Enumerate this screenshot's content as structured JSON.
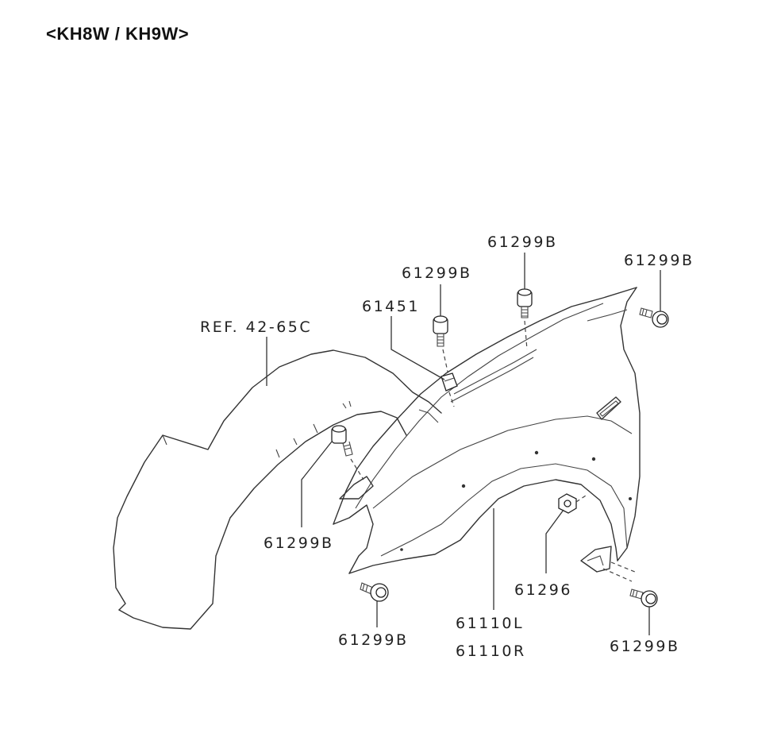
{
  "title": "<KH8W / KH9W>",
  "callouts": {
    "bolt_top_center": "61299B",
    "bolt_top_right": "61299B",
    "bolt_upper_mid": "61299B",
    "clip": "61451",
    "reference": "REF. 42-65C",
    "bolt_left": "61299B",
    "bolt_bottom_left": "61299B",
    "nut": "61296",
    "fender_left": "61110L",
    "fender_right": "61110R",
    "bolt_bottom_right": "61299B"
  }
}
